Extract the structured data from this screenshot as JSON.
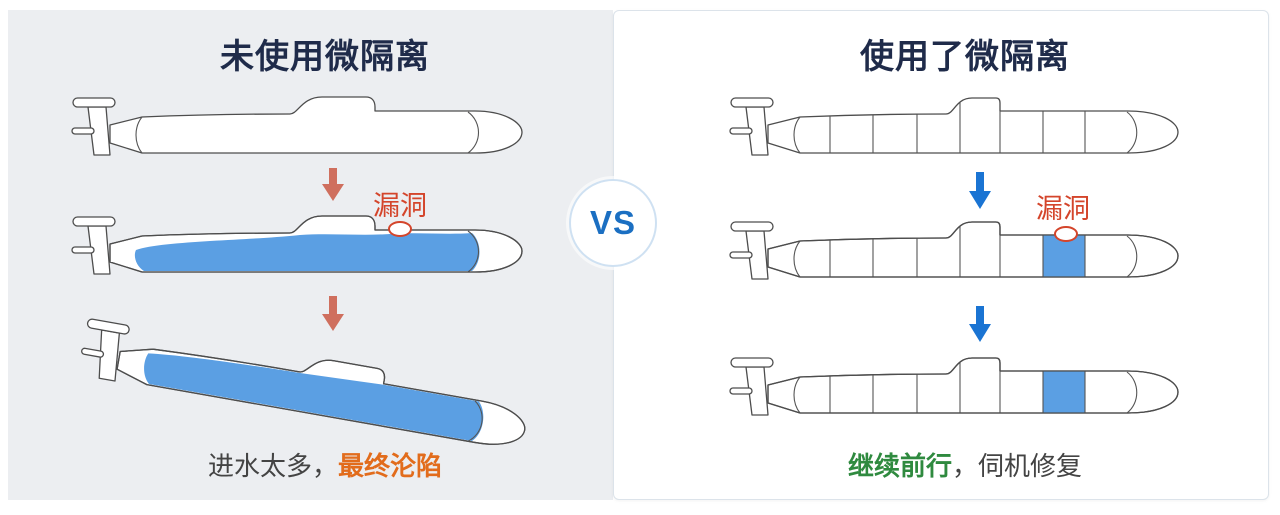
{
  "left_panel": {
    "title": "未使用微隔离",
    "leak_label": "漏洞",
    "caption_part1": "进水太多，",
    "caption_part2": "最终沦陷"
  },
  "right_panel": {
    "title": "使用了微隔离",
    "leak_label": "漏洞",
    "caption_part1": "继续前行",
    "caption_part2": "，伺机修复"
  },
  "vs_badge": "VS",
  "colors": {
    "panel_left_bg": "#eceef1",
    "title": "#1f2b4a",
    "water": "#5b9fe3",
    "arrow_left": "#cf6f5e",
    "arrow_right": "#1a74d3",
    "leak": "#d4452b",
    "caption_text": "#444444",
    "caption_warning": "#e26c1c",
    "caption_success": "#2f8a3f",
    "vs": "#1b6fc2"
  }
}
